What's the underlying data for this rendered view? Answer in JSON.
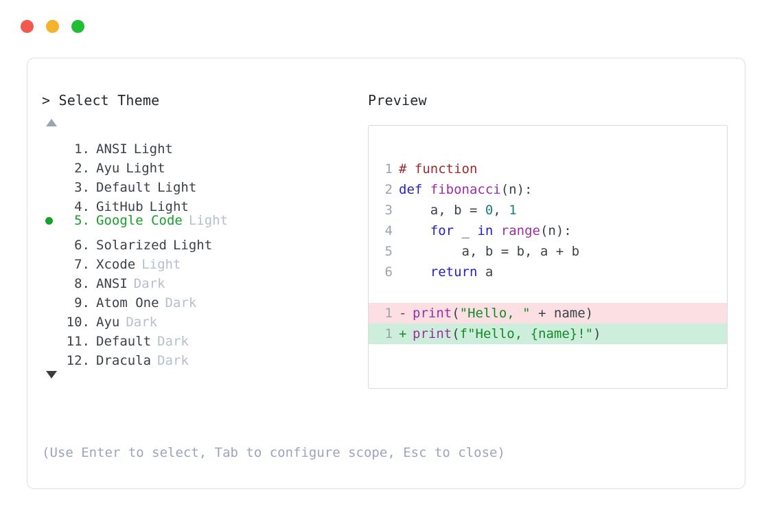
{
  "window": {
    "traffic_lights": [
      {
        "name": "close",
        "color": "#f2594f"
      },
      {
        "name": "minimize",
        "color": "#f5b32b"
      },
      {
        "name": "maximize",
        "color": "#1fbe35"
      }
    ]
  },
  "prompt": {
    "label": "> Select Theme",
    "scroll_up_icon": "triangle-up-icon",
    "scroll_down_icon": "triangle-down-icon"
  },
  "themes": {
    "selected_index": 5,
    "items": [
      {
        "index": "1.",
        "name": "ANSI",
        "suffix": "Light",
        "suffix_dim": false,
        "selected": false
      },
      {
        "index": "2.",
        "name": "Ayu",
        "suffix": "Light",
        "suffix_dim": false,
        "selected": false
      },
      {
        "index": "3.",
        "name": "Default",
        "suffix": "Light",
        "suffix_dim": false,
        "selected": false
      },
      {
        "index": "4.",
        "name": "GitHub",
        "suffix": "Light",
        "suffix_dim": false,
        "selected": false
      },
      {
        "index": "5.",
        "name": "Google Code",
        "suffix": "Light",
        "suffix_dim": true,
        "selected": true
      },
      {
        "index": "6.",
        "name": "Solarized",
        "suffix": "Light",
        "suffix_dim": false,
        "selected": false
      },
      {
        "index": "7.",
        "name": "Xcode",
        "suffix": "Light",
        "suffix_dim": true,
        "selected": false
      },
      {
        "index": "8.",
        "name": "ANSI",
        "suffix": "Dark",
        "suffix_dim": true,
        "selected": false
      },
      {
        "index": "9.",
        "name": "Atom One",
        "suffix": "Dark",
        "suffix_dim": true,
        "selected": false
      },
      {
        "index": "10.",
        "name": "Ayu",
        "suffix": "Dark",
        "suffix_dim": true,
        "selected": false
      },
      {
        "index": "11.",
        "name": "Default",
        "suffix": "Dark",
        "suffix_dim": true,
        "selected": false
      },
      {
        "index": "12.",
        "name": "Dracula",
        "suffix": "Dark",
        "suffix_dim": true,
        "selected": false
      }
    ]
  },
  "hint": "(Use Enter to select, Tab to configure scope, Esc to close)",
  "preview": {
    "label": "Preview",
    "code_lines": [
      {
        "num": "1",
        "tokens": [
          {
            "t": "# function",
            "c": "comment"
          }
        ]
      },
      {
        "num": "2",
        "tokens": [
          {
            "t": "def ",
            "c": "kw"
          },
          {
            "t": "fibonacci",
            "c": "fn"
          },
          {
            "t": "(n):",
            "c": "punct"
          }
        ]
      },
      {
        "num": "3",
        "tokens": [
          {
            "t": "    a, b = ",
            "c": "plain"
          },
          {
            "t": "0",
            "c": "num"
          },
          {
            "t": ", ",
            "c": "plain"
          },
          {
            "t": "1",
            "c": "num"
          }
        ]
      },
      {
        "num": "4",
        "tokens": [
          {
            "t": "    ",
            "c": "plain"
          },
          {
            "t": "for",
            "c": "kw"
          },
          {
            "t": " _ ",
            "c": "plain"
          },
          {
            "t": "in",
            "c": "kw"
          },
          {
            "t": " ",
            "c": "plain"
          },
          {
            "t": "range",
            "c": "fn"
          },
          {
            "t": "(n):",
            "c": "punct"
          }
        ]
      },
      {
        "num": "5",
        "tokens": [
          {
            "t": "        a, b = b, a + b",
            "c": "plain"
          }
        ]
      },
      {
        "num": "6",
        "tokens": [
          {
            "t": "    ",
            "c": "plain"
          },
          {
            "t": "return",
            "c": "kw"
          },
          {
            "t": " a",
            "c": "plain"
          }
        ]
      }
    ],
    "diff_lines": [
      {
        "num": "1",
        "marker": "-",
        "kind": "del",
        "tokens": [
          {
            "t": "print",
            "c": "fn"
          },
          {
            "t": "(",
            "c": "punct"
          },
          {
            "t": "\"Hello, \"",
            "c": "str"
          },
          {
            "t": " + name)",
            "c": "plain"
          }
        ]
      },
      {
        "num": "1",
        "marker": "+",
        "kind": "add",
        "tokens": [
          {
            "t": "print",
            "c": "fn"
          },
          {
            "t": "(",
            "c": "punct"
          },
          {
            "t": "f\"Hello, {name}!\"",
            "c": "str"
          },
          {
            "t": ")",
            "c": "punct"
          }
        ]
      }
    ]
  },
  "colors": {
    "accent_green": "#18a02a",
    "comment": "#9e2b2b",
    "keyword": "#2222c7",
    "function": "#9b2fa0",
    "number": "#17807f",
    "string": "#148a2a",
    "diff_del_bg": "#fbdfe2",
    "diff_add_bg": "#cdeeda",
    "dim_text": "#b6bfcc",
    "hint_text": "#9aa4bd"
  }
}
